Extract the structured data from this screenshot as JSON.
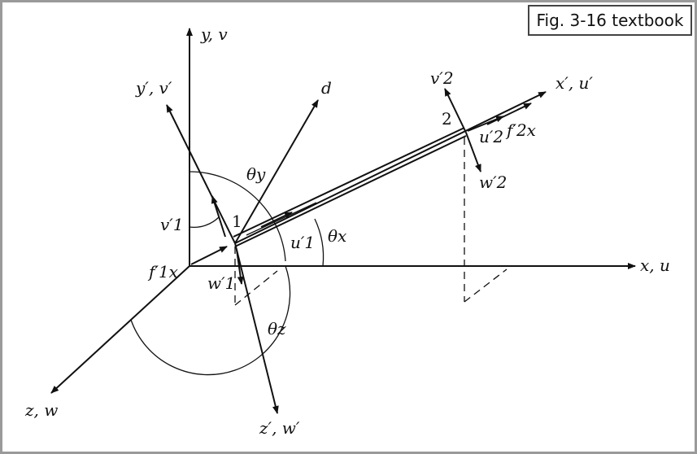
{
  "caption": "Fig. 3-16 textbook",
  "labels": {
    "y_axis": "y, v",
    "x_axis": "x, u",
    "z_axis": "z, w",
    "y_local": "y′, v′",
    "x_local": "x′, u′",
    "z_local": "z′, w′",
    "d": "d",
    "theta_x": "θx",
    "theta_y": "θy",
    "theta_z": "θz",
    "node1": "1",
    "node2": "2",
    "v1": "v′1",
    "u1": "u′1",
    "w1": "w′1",
    "f1x": "f′1x",
    "v2": "v′2",
    "u2": "u′2",
    "w2": "w′2",
    "f2x": "f′2x"
  }
}
